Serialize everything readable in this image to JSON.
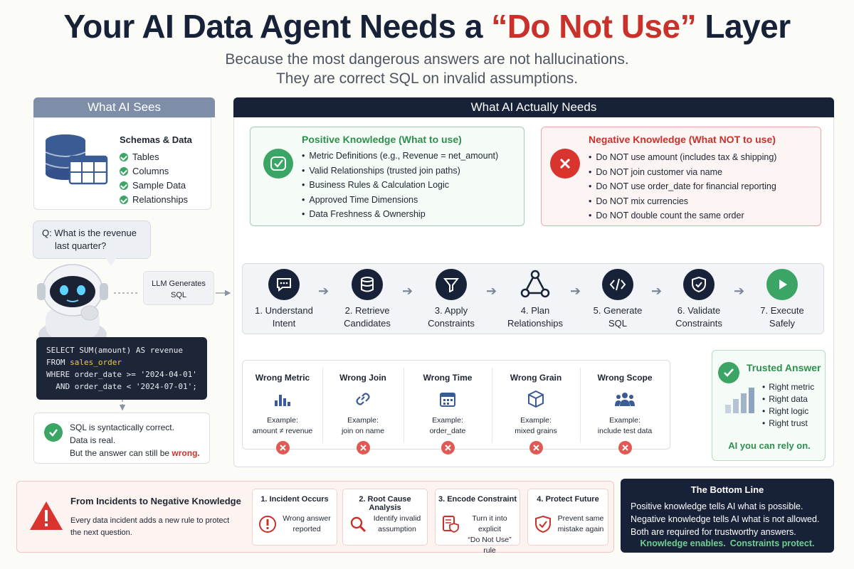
{
  "header": {
    "title_prefix": "Your AI Data Agent Needs a ",
    "title_highlight": "“Do Not Use”",
    "title_suffix": " Layer",
    "subtitle_line1": "Because the most dangerous answers are not hallucinations.",
    "subtitle_line2": "They are correct SQL on invalid assumptions."
  },
  "ai_sees": {
    "header": "What AI Sees",
    "title": "Schemas & Data",
    "items": [
      "Tables",
      "Columns",
      "Sample Data",
      "Relationships"
    ]
  },
  "question": {
    "line1": "Q: What is the revenue",
    "line2": "last quarter?"
  },
  "llm": {
    "line1": "LLM Generates",
    "line2": "SQL"
  },
  "sql": {
    "line1a": "SELECT SUM(amount) AS revenue",
    "line2a": "FROM ",
    "line2b": "sales_order",
    "line3": "WHERE order_date >= '2024-04-01'",
    "line4": "  AND order_date < '2024-07-01';"
  },
  "syntax": {
    "line1": "SQL is syntactically correct.",
    "line2": "Data is real.",
    "line3_prefix": "But the answer can still be ",
    "line3_highlight": "wrong."
  },
  "ai_needs": {
    "header": "What AI Actually Needs",
    "positive": {
      "title": "Positive Knowledge (What to use)",
      "items": [
        "Metric Definitions (e.g., Revenue = net_amount)",
        "Valid Relationships (trusted join paths)",
        "Business Rules & Calculation Logic",
        "Approved Time Dimensions",
        "Data Freshness & Ownership"
      ]
    },
    "negative": {
      "title": "Negative Knowledge (What NOT to use)",
      "items": [
        "Do NOT use amount (includes tax & shipping)",
        "Do NOT join customer via name",
        "Do NOT use order_date for financial reporting",
        "Do NOT mix currencies",
        "Do NOT double count the same order"
      ]
    }
  },
  "steps": [
    {
      "line1": "1. Understand",
      "line2": "Intent",
      "icon": "chat-icon"
    },
    {
      "line1": "2. Retrieve",
      "line2": "Candidates",
      "icon": "database-icon"
    },
    {
      "line1": "3. Apply",
      "line2": "Constraints",
      "icon": "filter-icon"
    },
    {
      "line1": "4. Plan",
      "line2": "Relationships",
      "icon": "graph-icon"
    },
    {
      "line1": "5. Generate",
      "line2": "SQL",
      "icon": "code-icon"
    },
    {
      "line1": "6. Validate",
      "line2": "Constraints",
      "icon": "shield-icon"
    },
    {
      "line1": "7. Execute",
      "line2": "Safely",
      "icon": "play-icon"
    }
  ],
  "wrong": [
    {
      "title": "Wrong Metric",
      "ex1": "Example:",
      "ex2": "amount ≠ revenue",
      "icon": "bar-chart-icon"
    },
    {
      "title": "Wrong Join",
      "ex1": "Example:",
      "ex2": "join on name",
      "icon": "link-icon"
    },
    {
      "title": "Wrong Time",
      "ex1": "Example:",
      "ex2": "order_date",
      "icon": "calendar-icon"
    },
    {
      "title": "Wrong Grain",
      "ex1": "Example:",
      "ex2": "mixed grains",
      "icon": "cube-icon"
    },
    {
      "title": "Wrong Scope",
      "ex1": "Example:",
      "ex2": "include test data",
      "icon": "users-icon"
    }
  ],
  "trusted": {
    "title": "Trusted Answer",
    "items": [
      "Right metric",
      "Right data",
      "Right logic",
      "Right trust"
    ],
    "footer": "AI you can rely on."
  },
  "incidents": {
    "title": "From Incidents to Negative Knowledge",
    "text": "Every data incident adds a new rule to protect the next question.",
    "steps": [
      {
        "title": "1. Incident Occurs",
        "line1": "Wrong answer",
        "line2": "reported",
        "icon": "alert-icon"
      },
      {
        "title": "2. Root Cause Analysis",
        "line1": "Identify invalid",
        "line2": "assumption",
        "icon": "magnifier-icon"
      },
      {
        "title": "3. Encode Constraint",
        "line1": "Turn it into explicit",
        "line2": "“Do Not Use” rule",
        "icon": "document-shield-icon"
      },
      {
        "title": "4. Protect Future",
        "line1": "Prevent same",
        "line2": "mistake again",
        "icon": "shield-check-icon"
      }
    ]
  },
  "bottom_line": {
    "title": "The Bottom Line",
    "line1": "Positive knowledge tells AI what is possible.",
    "line2": "Negative knowledge tells AI what is not allowed.",
    "line3": "Both are required for trustworthy answers.",
    "foot1": "Knowledge enables.",
    "foot2": "Constraints protect."
  },
  "colors": {
    "navy": "#172238",
    "green": "#2f8f4f",
    "red": "#c9312b"
  }
}
